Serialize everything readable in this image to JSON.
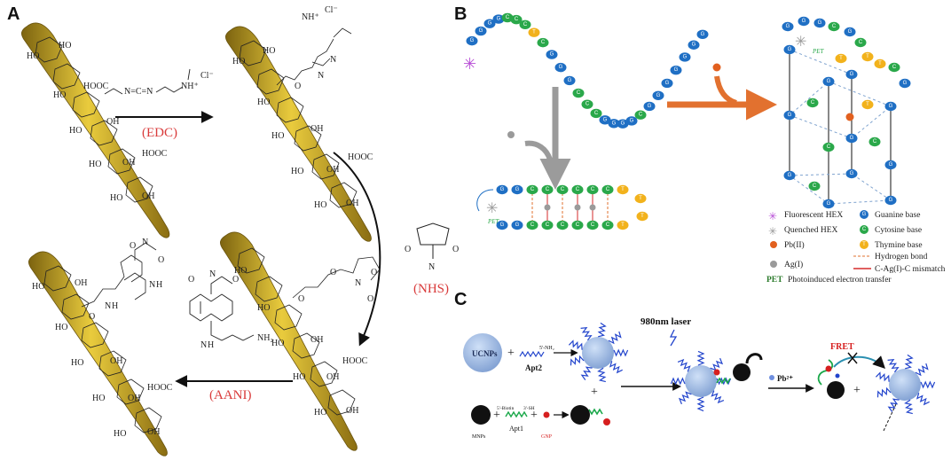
{
  "panels": {
    "a": "A",
    "b": "B",
    "c": "C"
  },
  "panel_a": {
    "chem_labels": {
      "ho": "HO",
      "oh": "OH",
      "hooc": "HOOC",
      "cl": "Cl⁻",
      "nh_plus": "NH⁺",
      "o": "O",
      "n": "N",
      "h": "H",
      "nh2": "NH₂",
      "carbodiimide": "N=C=N"
    },
    "reagents": {
      "edc": "(EDC)",
      "nhs": "(NHS)",
      "aani": "(AANI)"
    }
  },
  "panel_b": {
    "base_letters": {
      "g": "G",
      "c": "C",
      "t": "T"
    },
    "pet": "PET",
    "legend": {
      "fluorescent_hex": "Fluorescent HEX",
      "guanine": "Guanine base",
      "quenched_hex": "Quenched HEX",
      "cytosine": "Cytosine base",
      "pb": "Pb(II)",
      "thymine": "Thymine base",
      "ag": "Ag(I)",
      "hbond": "Hydrogen bond",
      "mismatch": "C-Ag(I)-C mismatch",
      "pet_abbrev": "PET",
      "pet_desc": "Photoinduced electron transfer"
    },
    "colors": {
      "guanine": "#1f6fc4",
      "cytosine": "#2aa84a",
      "thymine": "#f2b21c",
      "pb": "#e2601f",
      "ag": "#9a9a9a",
      "hex": "#b84fd6",
      "arrow_orange": "#e2712f",
      "arrow_gray": "#9b9b9b"
    }
  },
  "panel_c": {
    "ucnps": "UCNPs",
    "apt2": "Apt2",
    "apt2_mod": "5'-NH₂",
    "apt1": "Apt1",
    "apt1_mod_left": "5'-Biotin",
    "apt1_mod_right": "3'-SH",
    "mnps": "MNPs",
    "gnp": "GNP",
    "laser": "980nm laser",
    "pb": "Pb²⁺",
    "fret": "FRET",
    "plus": "+"
  }
}
